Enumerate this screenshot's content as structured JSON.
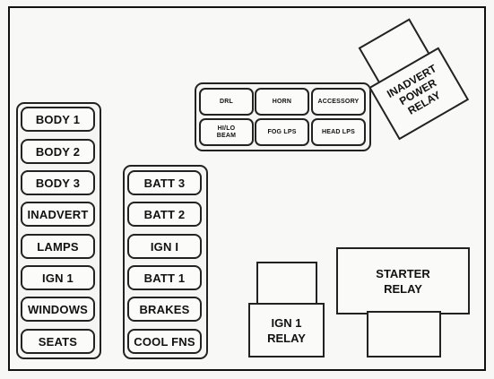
{
  "left_column": [
    "BODY 1",
    "BODY 2",
    "BODY 3",
    "INADVERT",
    "LAMPS",
    "IGN 1",
    "WINDOWS",
    "SEATS"
  ],
  "middle_column": [
    "BATT 3",
    "BATT 2",
    "IGN I",
    "BATT 1",
    "BRAKES",
    "COOL FNS"
  ],
  "top_fuses": {
    "row1": [
      "DRL",
      "HORN",
      "ACCESSORY"
    ],
    "row2_first": [
      "HI/LO",
      "BEAM"
    ],
    "row2": [
      "FOG LPS",
      "HEAD LPS"
    ]
  },
  "relays": {
    "inadvert_power": [
      "INADVERT",
      "POWER",
      "RELAY"
    ],
    "ign1": [
      "IGN 1",
      "RELAY"
    ],
    "starter": [
      "STARTER",
      "RELAY"
    ]
  }
}
